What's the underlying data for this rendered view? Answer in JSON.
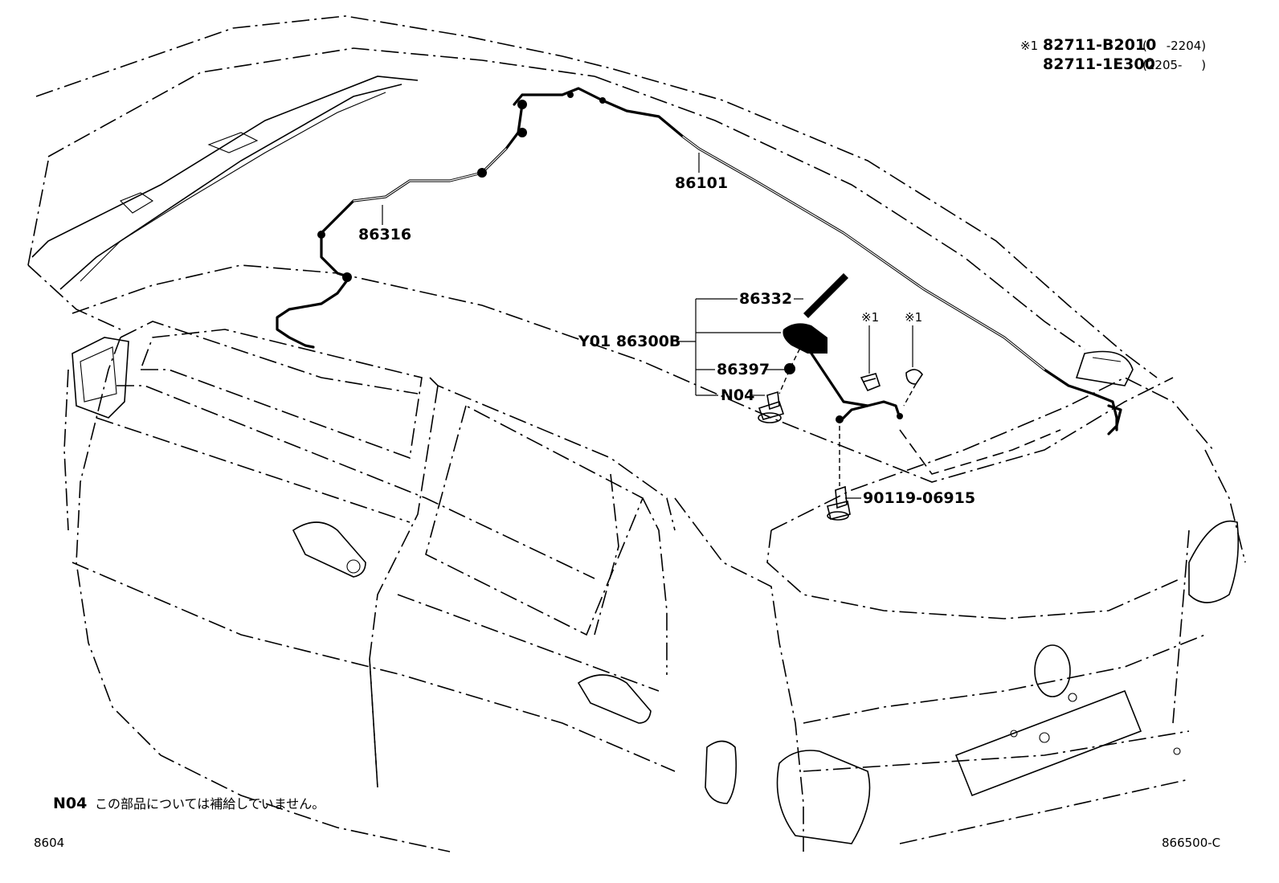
{
  "header_note": {
    "symbol": "※1",
    "line1_part": "82711-B2010",
    "line1_range": "(     -2204)",
    "line2_part": "82711-1E300",
    "line2_range": "(2205-     )"
  },
  "callouts": {
    "wire_roof": "86101",
    "wire_front": "86316",
    "pole": "86332",
    "assembly": "Y01 86300B",
    "pad": "86397",
    "n04": "N04",
    "bolt": "90119-06915",
    "clip_mark_1": "※1",
    "clip_mark_2": "※1"
  },
  "footnote": {
    "code": "N04",
    "text": "この部品については補給していません。"
  },
  "page_code": "8604",
  "diagram_code": "866500-C"
}
